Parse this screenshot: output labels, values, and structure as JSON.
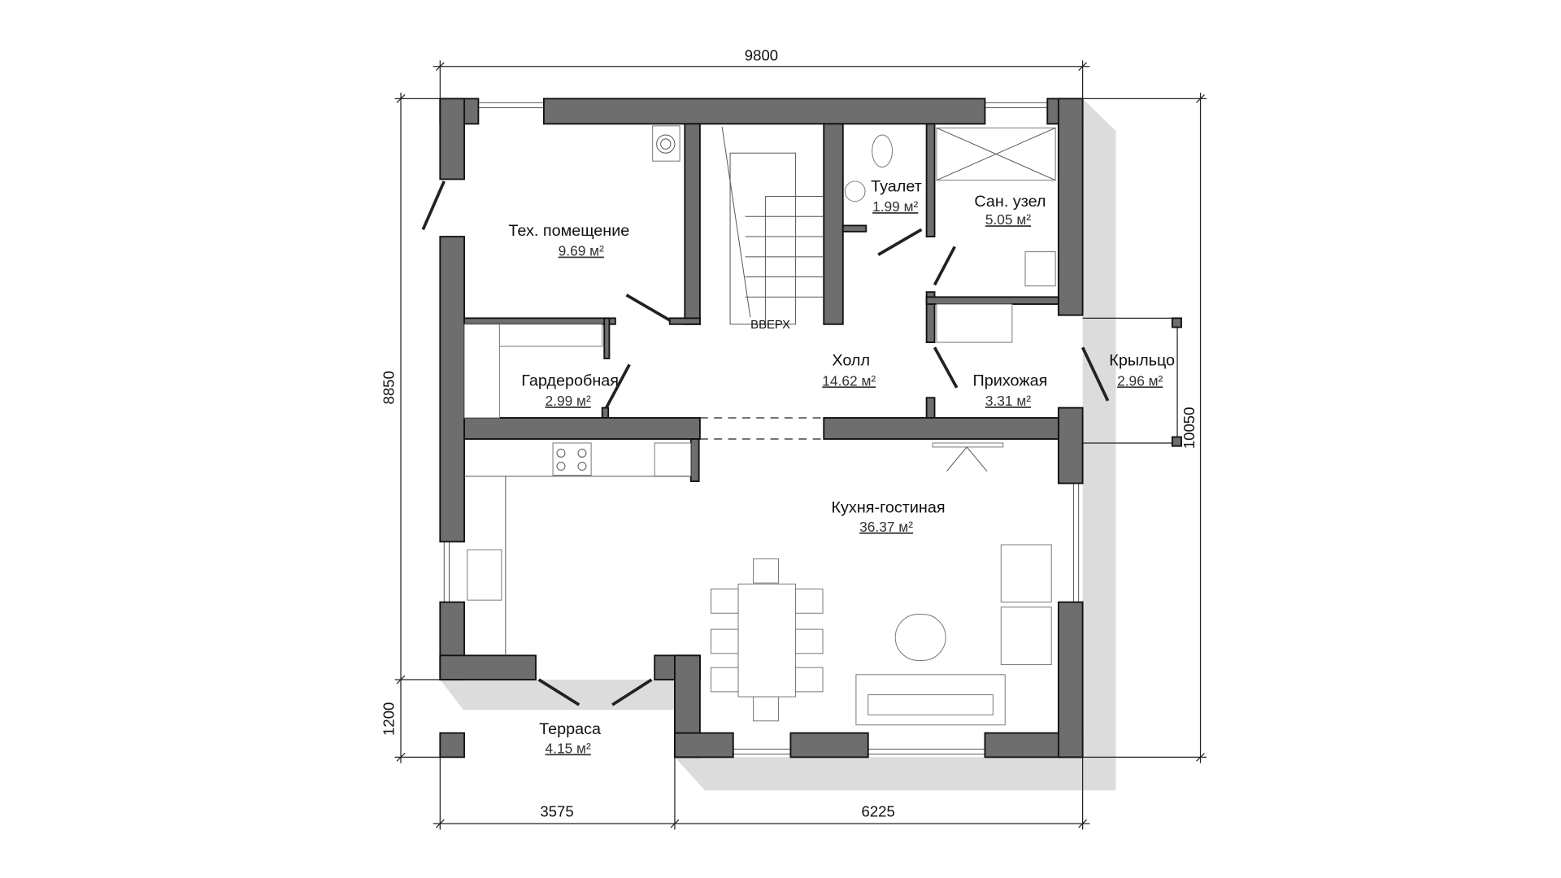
{
  "dimensions": {
    "top_width": "9800",
    "left_height": "8850",
    "left_terrace": "1200",
    "right_height": "10050",
    "bottom_left": "3575",
    "bottom_right": "6225"
  },
  "rooms": {
    "tech": {
      "name": "Тех. помещение",
      "area": "9.69 м²"
    },
    "toilet": {
      "name": "Туалет",
      "area": "1.99 м²"
    },
    "bath": {
      "name": "Сан. узел",
      "area": "5.05 м²"
    },
    "hall": {
      "name": "Холл",
      "area": "14.62 м²"
    },
    "wardrobe": {
      "name": "Гардеробная",
      "area": "2.99 м²"
    },
    "entry": {
      "name": "Прихожая",
      "area": "3.31 м²"
    },
    "porch": {
      "name": "Крыльцо",
      "area": "2.96 м²"
    },
    "kitchen": {
      "name": "Кухня-гостиная",
      "area": "36.37 м²"
    },
    "terrace": {
      "name": "Терраса",
      "area": "4.15 м²"
    }
  },
  "stairs_label": "ВВЕРХ",
  "colors": {
    "wall": "#6e6e6e",
    "shadow": "#dcdcdc"
  }
}
